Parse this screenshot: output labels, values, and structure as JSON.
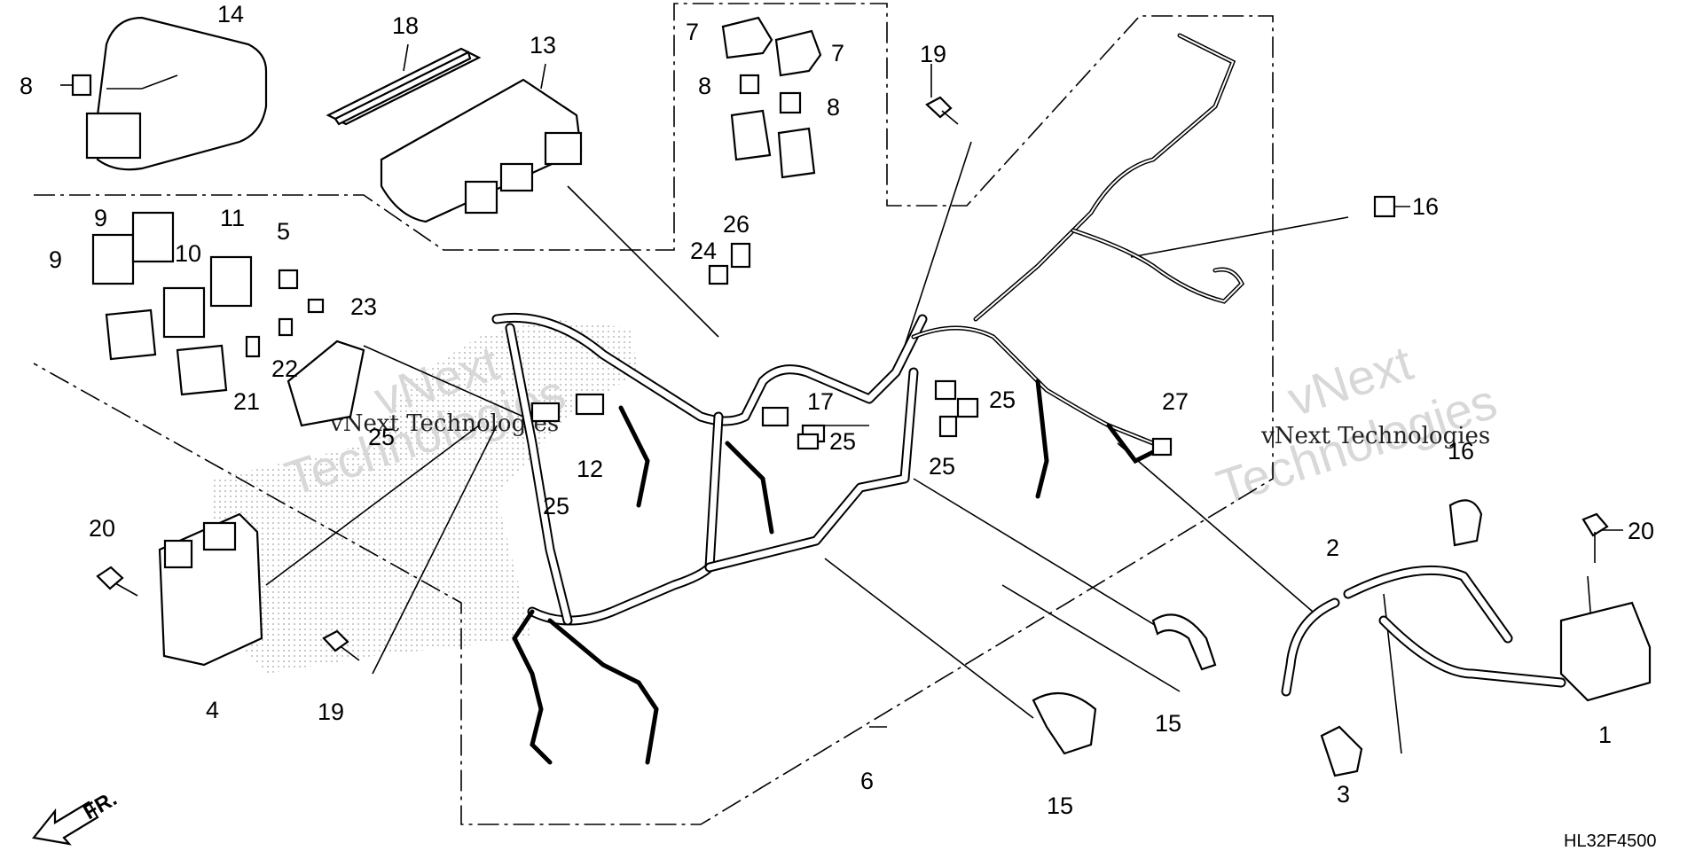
{
  "diagram": {
    "reference_code": "HL32F4500",
    "front_indicator": "FR.",
    "watermark_lines": [
      "vNext",
      "Technologies",
      "vNext Technologies"
    ],
    "callouts": [
      {
        "id": "c14",
        "text": "14"
      },
      {
        "id": "c8a",
        "text": "8"
      },
      {
        "id": "c18",
        "text": "18"
      },
      {
        "id": "c13",
        "text": "13"
      },
      {
        "id": "c7a",
        "text": "7"
      },
      {
        "id": "c7b",
        "text": "7"
      },
      {
        "id": "c8b",
        "text": "8"
      },
      {
        "id": "c8c",
        "text": "8"
      },
      {
        "id": "c19a",
        "text": "19"
      },
      {
        "id": "c16",
        "text": "16"
      },
      {
        "id": "c9a",
        "text": "9"
      },
      {
        "id": "c9b",
        "text": "9"
      },
      {
        "id": "c10",
        "text": "10"
      },
      {
        "id": "c11",
        "text": "11"
      },
      {
        "id": "c5",
        "text": "5"
      },
      {
        "id": "c23",
        "text": "23"
      },
      {
        "id": "c22",
        "text": "22"
      },
      {
        "id": "c21",
        "text": "21"
      },
      {
        "id": "c24",
        "text": "24"
      },
      {
        "id": "c26",
        "text": "26"
      },
      {
        "id": "c17",
        "text": "17"
      },
      {
        "id": "c25a",
        "text": "25"
      },
      {
        "id": "c25b",
        "text": "25"
      },
      {
        "id": "c25c",
        "text": "25"
      },
      {
        "id": "c25d",
        "text": "25"
      },
      {
        "id": "c25e",
        "text": "25"
      },
      {
        "id": "c12",
        "text": "12"
      },
      {
        "id": "c27",
        "text": "27"
      },
      {
        "id": "c20a",
        "text": "20"
      },
      {
        "id": "c20b",
        "text": "20"
      },
      {
        "id": "c4",
        "text": "4"
      },
      {
        "id": "c19b",
        "text": "19"
      },
      {
        "id": "c6",
        "text": "6"
      },
      {
        "id": "c15a",
        "text": "15"
      },
      {
        "id": "c15b",
        "text": "15"
      },
      {
        "id": "c2",
        "text": "2"
      },
      {
        "id": "c3",
        "text": "3"
      },
      {
        "id": "c1",
        "text": "1"
      },
      {
        "id": "c16b",
        "text": "16"
      }
    ]
  }
}
